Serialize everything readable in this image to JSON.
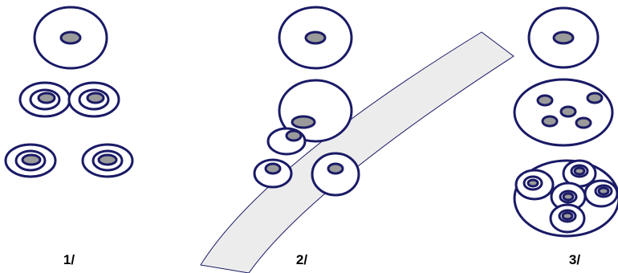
{
  "colors": {
    "outline": "#1a1a66",
    "nucleus_fill": "#9a9a9a",
    "watermark": "#ececec"
  },
  "panels": [
    {
      "label": "1/"
    },
    {
      "label": "2/"
    },
    {
      "label": "3/"
    }
  ]
}
